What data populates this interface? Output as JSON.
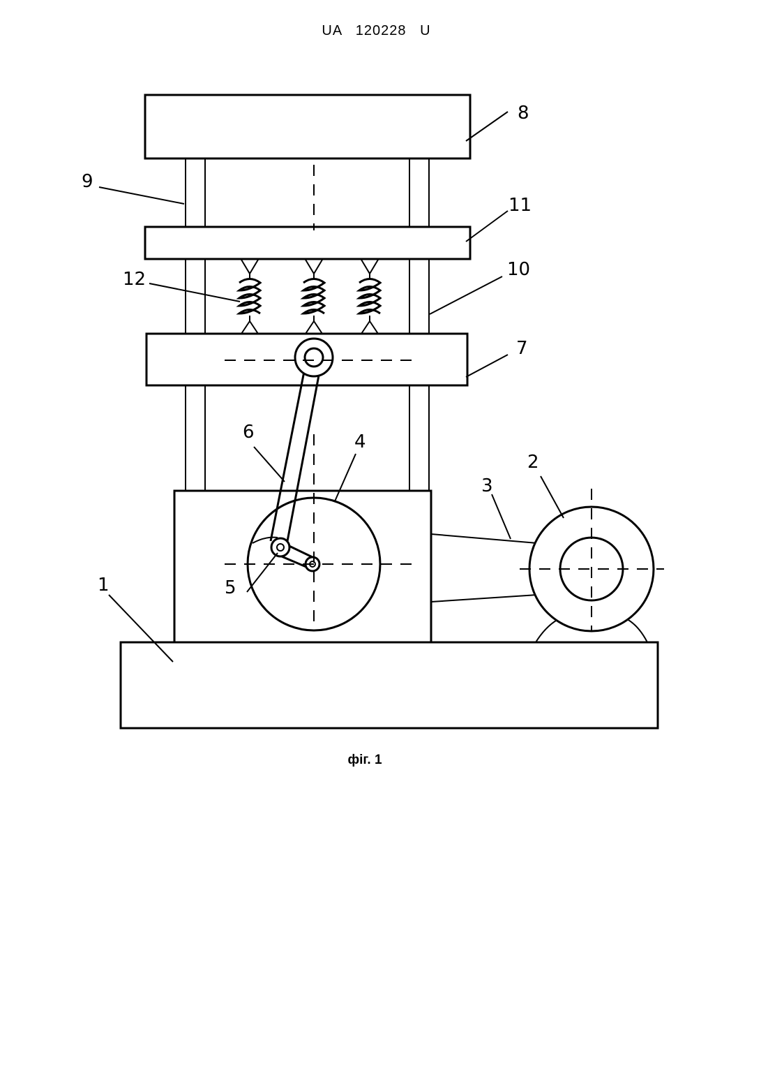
{
  "document": {
    "header": "UA   120228   U",
    "caption": "фіг. 1"
  },
  "labels": {
    "l1": "1",
    "l2": "2",
    "l3": "3",
    "l4": "4",
    "l5": "5",
    "l6": "6",
    "l7": "7",
    "l8": "8",
    "l9": "9",
    "l10": "10",
    "l11": "11",
    "l12": "12"
  }
}
